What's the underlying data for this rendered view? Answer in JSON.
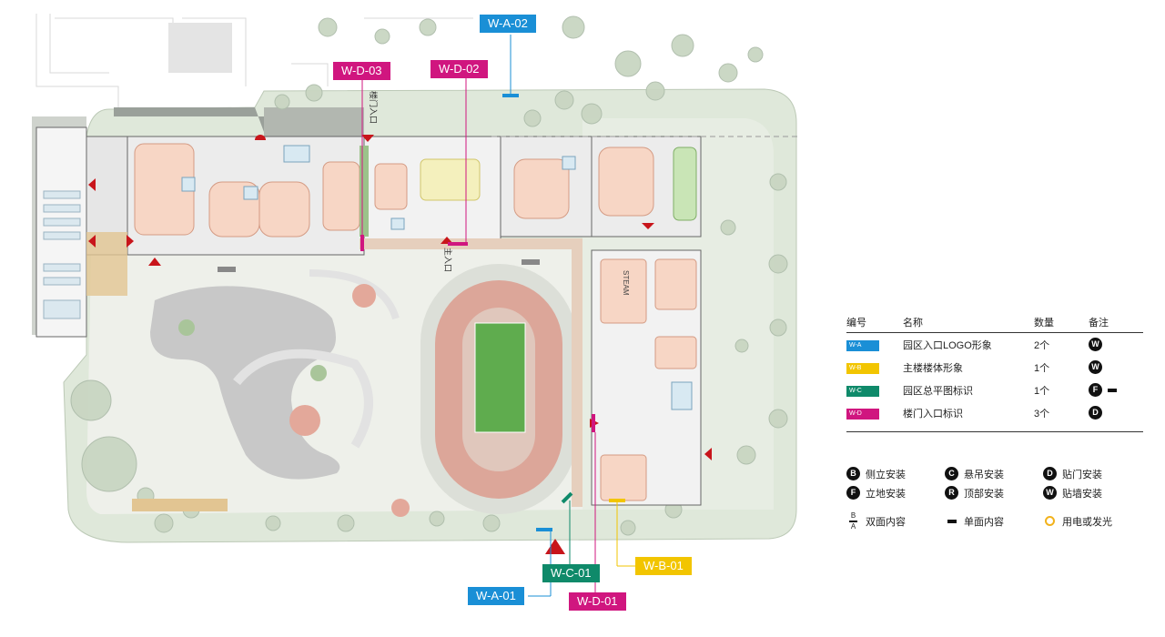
{
  "callouts": {
    "w_a_02": "W-A-02",
    "w_d_03": "W-D-03",
    "w_d_02": "W-D-02",
    "w_a_01": "W-A-01",
    "w_c_01": "W-C-01",
    "w_d_01": "W-D-01",
    "w_b_01": "W-B-01"
  },
  "map_labels": {
    "building_entrance": "楼门入口",
    "main_entrance": "主入口",
    "steam": "STEAM"
  },
  "legend": {
    "headers": {
      "code": "编号",
      "name": "名称",
      "qty": "数量",
      "note": "备注"
    },
    "rows": [
      {
        "chip": "W-A",
        "color": "#1a8fd6",
        "name": "园区入口LOGO形象",
        "qty": "2个",
        "mount": "W",
        "single": false
      },
      {
        "chip": "W-B",
        "color": "#f2c500",
        "name": "主楼楼体形象",
        "qty": "1个",
        "mount": "W",
        "single": false
      },
      {
        "chip": "W-C",
        "color": "#0f8a6a",
        "name": "园区总平图标识",
        "qty": "1个",
        "mount": "F",
        "single": true
      },
      {
        "chip": "W-D",
        "color": "#d0167f",
        "name": "楼门入口标识",
        "qty": "3个",
        "mount": "D",
        "single": false
      }
    ]
  },
  "mounting": {
    "b": {
      "letter": "B",
      "label": "侧立安装"
    },
    "c": {
      "letter": "C",
      "label": "悬吊安装"
    },
    "d": {
      "letter": "D",
      "label": "贴门安装"
    },
    "f": {
      "letter": "F",
      "label": "立地安装"
    },
    "r": {
      "letter": "R",
      "label": "顶部安装"
    },
    "w": {
      "letter": "W",
      "label": "贴墙安装"
    },
    "double_sym_top": "B",
    "double_sym_bottom": "A",
    "double": "双面内容",
    "single": "单面内容",
    "powered": "用电或发光"
  }
}
